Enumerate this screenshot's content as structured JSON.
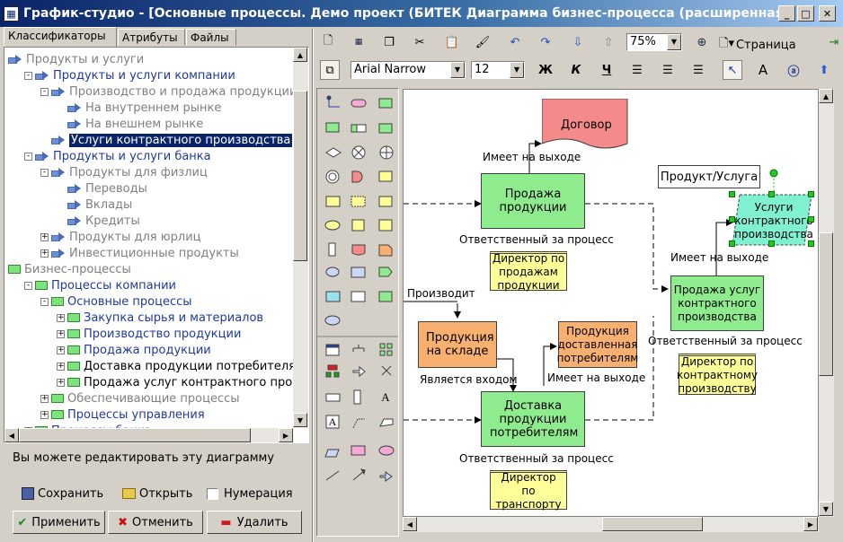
{
  "window": {
    "title": "График-студио - [Основные процессы. Демо проект (БИТЕК Диаграмма бизнес-процесса (расширенная)]"
  },
  "tabs": [
    "Классификаторы",
    "Атрибуты",
    "Файлы"
  ],
  "tree": [
    {
      "text": "Продукты и услуги",
      "color": "gray",
      "indent": 0,
      "box": "",
      "icon": "arrow"
    },
    {
      "text": "Продукты и услуги компании",
      "color": "blue",
      "indent": 1,
      "box": "-",
      "icon": "arrow"
    },
    {
      "text": "Производство и продажа продукции",
      "color": "gray",
      "indent": 2,
      "box": "-",
      "icon": "arrow"
    },
    {
      "text": "На внутреннем рынке",
      "color": "gray",
      "indent": 3,
      "box": "",
      "icon": "arrow"
    },
    {
      "text": "На внешнем рынке",
      "color": "gray",
      "indent": 3,
      "box": "",
      "icon": "arrow"
    },
    {
      "text": "Услуги контрактного производства",
      "color": "sel",
      "indent": 2,
      "box": "",
      "icon": "arrow"
    },
    {
      "text": "Продукты и услуги банка",
      "color": "blue",
      "indent": 1,
      "box": "-",
      "icon": "arrow"
    },
    {
      "text": "Продукты для физлиц",
      "color": "gray",
      "indent": 2,
      "box": "-",
      "icon": "arrow"
    },
    {
      "text": "Переводы",
      "color": "gray",
      "indent": 3,
      "box": "",
      "icon": "arrow"
    },
    {
      "text": "Вклады",
      "color": "gray",
      "indent": 3,
      "box": "",
      "icon": "arrow"
    },
    {
      "text": "Кредиты",
      "color": "gray",
      "indent": 3,
      "box": "",
      "icon": "arrow"
    },
    {
      "text": "Продукты для юрлиц",
      "color": "gray",
      "indent": 2,
      "box": "+",
      "icon": "arrow"
    },
    {
      "text": "Инвестиционные продукты",
      "color": "gray",
      "indent": 2,
      "box": "+",
      "icon": "arrow"
    },
    {
      "text": "Бизнес-процессы",
      "color": "gray",
      "indent": 0,
      "box": "",
      "icon": "rect"
    },
    {
      "text": "Процессы компании",
      "color": "blue",
      "indent": 1,
      "box": "-",
      "icon": "rect"
    },
    {
      "text": "Основные процессы",
      "color": "blue",
      "indent": 2,
      "box": "-",
      "icon": "rect"
    },
    {
      "text": "Закупка сырья и материалов",
      "color": "blue",
      "indent": 3,
      "box": "+",
      "icon": "rect"
    },
    {
      "text": "Производство продукции",
      "color": "blue",
      "indent": 3,
      "box": "+",
      "icon": "rect"
    },
    {
      "text": "Продажа продукции",
      "color": "blue",
      "indent": 3,
      "box": "+",
      "icon": "rect"
    },
    {
      "text": "Доставка продукции потребителям",
      "color": "blk",
      "indent": 3,
      "box": "+",
      "icon": "rect"
    },
    {
      "text": "Продажа услуг контрактного произв",
      "color": "blk",
      "indent": 3,
      "box": "+",
      "icon": "rect"
    },
    {
      "text": "Обеспечивающие процессы",
      "color": "gray",
      "indent": 2,
      "box": "+",
      "icon": "rect"
    },
    {
      "text": "Процессы управления",
      "color": "blue",
      "indent": 2,
      "box": "+",
      "icon": "rect"
    },
    {
      "text": "Процессы банка",
      "color": "blue",
      "indent": 1,
      "box": "+",
      "icon": "rect"
    }
  ],
  "status": {
    "message": "Вы можете редактировать эту диаграмму"
  },
  "actions": {
    "save": "Сохранить",
    "open": "Открыть",
    "numbering": "Нумерация",
    "apply": "Применить",
    "cancel": "Отменить",
    "delete": "Удалить"
  },
  "toolbar": {
    "zoom": "75%",
    "page": "Страница",
    "font": "Arial Narrow",
    "size": "12",
    "bold": "Ж",
    "italic": "К",
    "underline": "Ч",
    "text_tool": "A"
  },
  "diagram": {
    "n_contract": "Договор",
    "l_has_output1": "Имеет на выходе",
    "n_sales": "Продажа продукции",
    "l_resp1": "Ответственный за процесс",
    "n_dir_sales": "Директор по продажам продукции",
    "l_produces": "Производит",
    "n_stock": "Продукция на складе",
    "l_is_input": "Является входом",
    "n_delivered": "Продукция доставленная потребителям",
    "l_has_output2": "Имеет на выходе",
    "n_delivery": "Доставка продукции потребителям",
    "l_resp2": "Ответственный за процесс",
    "n_dir_transport": "Директор по транспорту",
    "n_product_service": "Продукт/Услуга",
    "n_services": "Услуги контрактного производства",
    "l_has_output3": "Имеет на выходе",
    "n_sales_services": "Продажа услуг контрактного производства",
    "l_resp3": "Ответственный за процесс",
    "n_dir_contract": "Директор по контрактному производству"
  }
}
